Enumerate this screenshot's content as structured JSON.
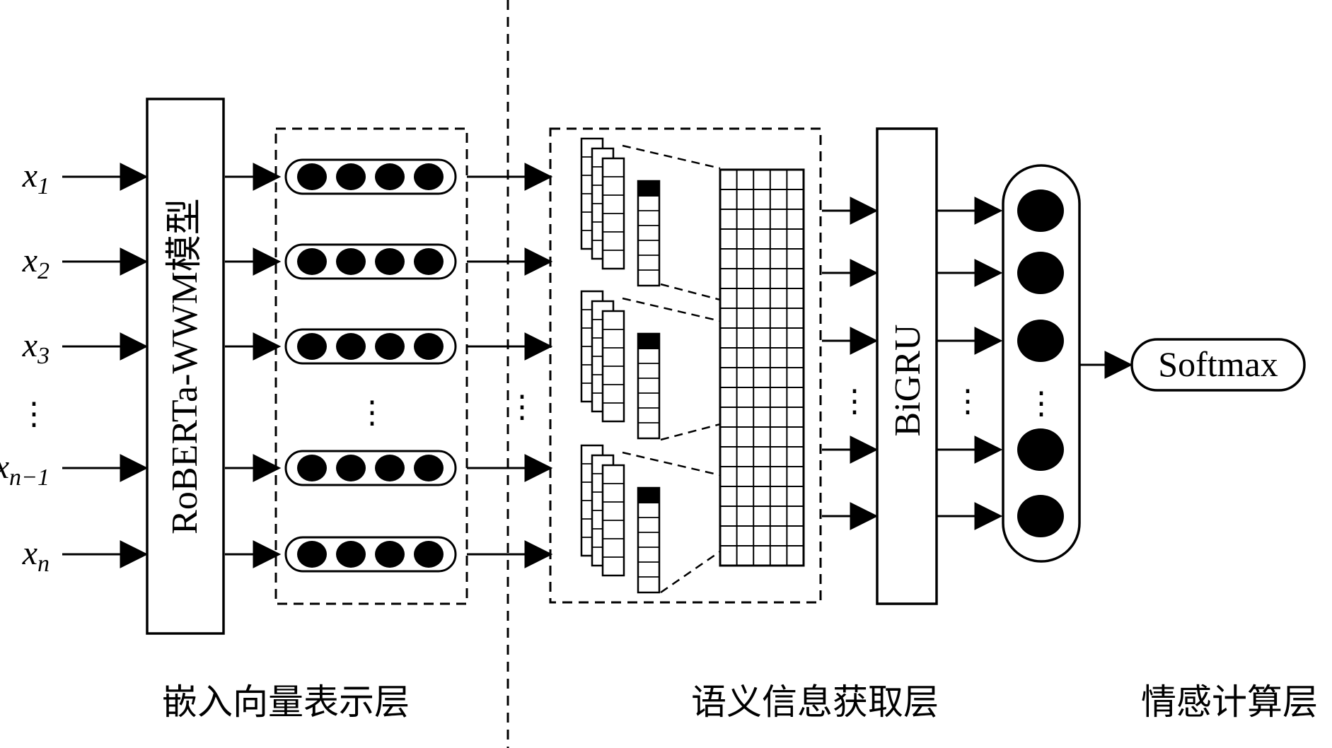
{
  "inputs": [
    {
      "base": "x",
      "sub": "1"
    },
    {
      "base": "x",
      "sub": "2"
    },
    {
      "base": "x",
      "sub": "3"
    },
    {
      "base": "x",
      "sub": "n−1"
    },
    {
      "base": "x",
      "sub": "n"
    }
  ],
  "ellipsis": "⋮",
  "model_label": "RoBERTa-WWM模型",
  "bigru_label": "BiGRU",
  "softmax_label": "Softmax",
  "layers": {
    "embedding": "嵌入向量表示层",
    "semantic": "语义信息获取层",
    "emotion": "情感计算层"
  }
}
